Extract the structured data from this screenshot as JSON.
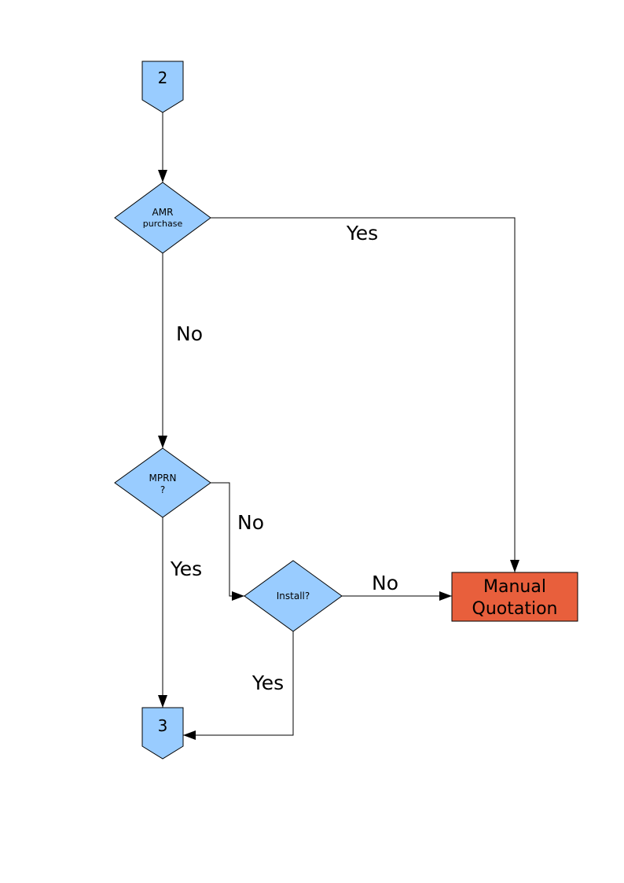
{
  "colors": {
    "background": "#FFFFFF",
    "node_fill": "#99CCFF",
    "node_stroke": "#000000",
    "manual_quotation_fill": "#E85F3C",
    "edge_line": "#000000",
    "text": "#000000"
  },
  "flowchart": {
    "connector_2": {
      "label": "2"
    },
    "amr_decision": {
      "line1": "AMR",
      "line2": "purchase"
    },
    "mprn_decision": {
      "line1": "MPRN",
      "line2": "?"
    },
    "install_decision": {
      "label": "Install?"
    },
    "manual_quotation": {
      "line1": "Manual",
      "line2": "Quotation"
    },
    "connector_3": {
      "label": "3"
    },
    "edges": {
      "amr_yes": {
        "label": "Yes"
      },
      "amr_no": {
        "label": "No"
      },
      "mprn_no": {
        "label": "No"
      },
      "mprn_yes": {
        "label": "Yes"
      },
      "install_no": {
        "label": "No"
      },
      "install_yes": {
        "label": "Yes"
      }
    }
  }
}
